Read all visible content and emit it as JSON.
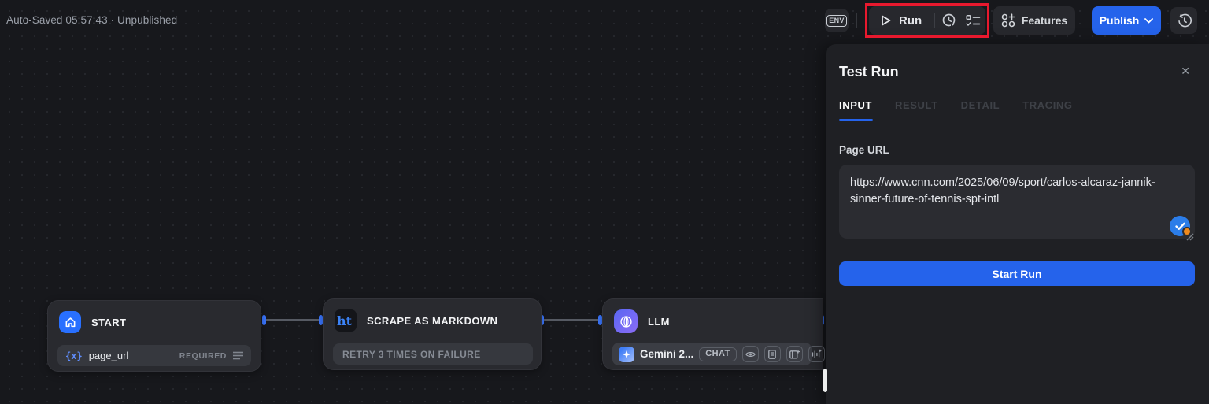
{
  "header": {
    "status_text": "Auto-Saved 05:57:43 · Unpublished",
    "env_label": "ENV",
    "run_label": "Run",
    "features_label": "Features",
    "publish_label": "Publish"
  },
  "test_run_panel": {
    "title": "Test Run",
    "close_glyph": "✕",
    "tabs": [
      "INPUT",
      "RESULT",
      "DETAIL",
      "TRACING"
    ],
    "active_tab": "INPUT",
    "page_url_field": {
      "label": "Page URL",
      "value": "https://www.cnn.com/2025/06/09/sport/carlos-alcaraz-jannik-sinner-future-of-tennis-spt-intl"
    },
    "start_run_label": "Start Run"
  },
  "workflow": {
    "start_node": {
      "title": "START",
      "variable_prefix": "{x}",
      "variable_name": "page_url",
      "required_badge": "REQUIRED"
    },
    "scrape_node": {
      "title": "SCRAPE AS MARKDOWN",
      "icon_text": "ht",
      "retry_badge": "RETRY 3 TIMES ON FAILURE"
    },
    "llm_node": {
      "title": "LLM",
      "model_name": "Gemini 2...",
      "mode_badge": "CHAT"
    }
  },
  "colors": {
    "accent_blue": "#2563eb",
    "node_icon_blue": "#2970ff",
    "highlight_red": "#e8192e",
    "check_badge_blue": "#2b7de9",
    "check_badge_dot_orange": "#f08a1d"
  }
}
